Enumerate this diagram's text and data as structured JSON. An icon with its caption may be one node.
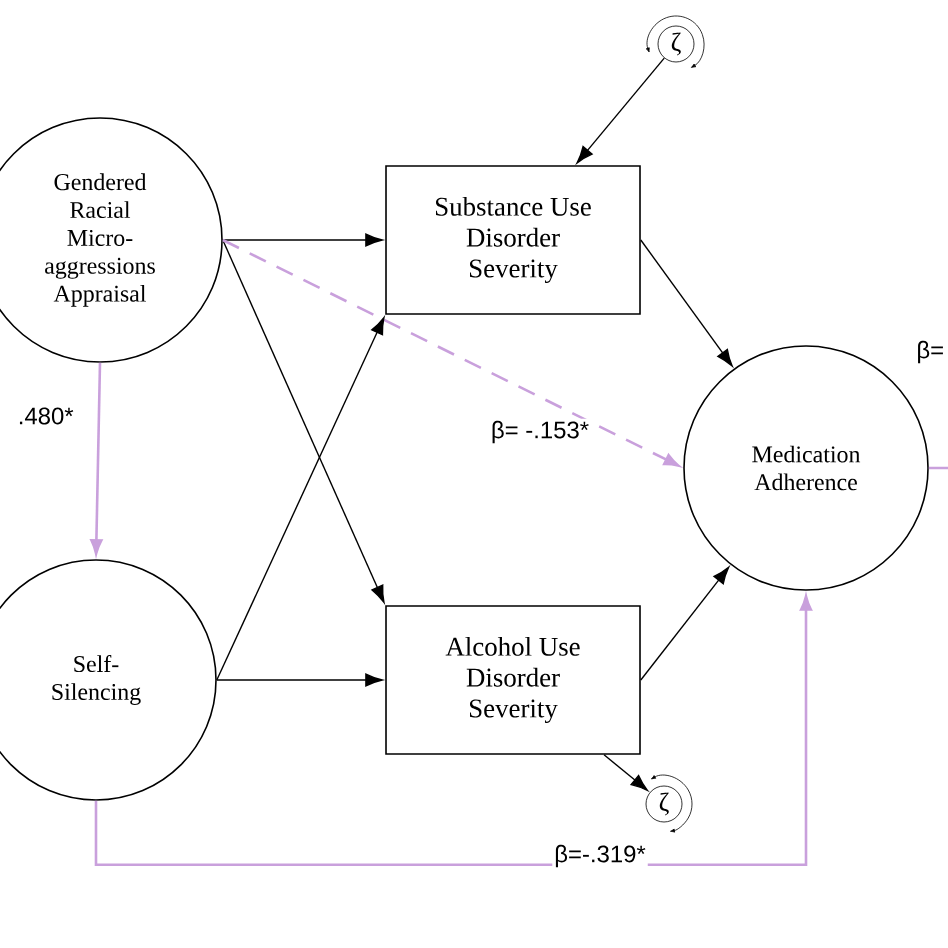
{
  "diagram": {
    "nodes": [
      {
        "text": [
          "Gendered Racial Micro- aggressions Appraisal"
        ]
      },
      {
        "text": [
          "Self- Silencing"
        ]
      },
      {
        "text": [
          "Substance Use Disorder Severity"
        ]
      },
      {
        "text": [
          "Alcohol Use Disorder Severity"
        ]
      },
      {
        "text": [
          "Medication Adherence"
        ]
      },
      {
        "text": [
          "ζ"
        ]
      },
      {
        "text": [
          "ζ"
        ]
      }
    ],
    "edges": [
      {
        "from": 0,
        "to": 2,
        "arrow": "to"
      },
      {
        "from": 0,
        "to": 3,
        "arrow": "to"
      },
      {
        "from": 0,
        "to": 4,
        "arrow": "to",
        "label": "β= -.153*",
        "style": "dashed",
        "color": "#c9a0dc"
      },
      {
        "from": 0,
        "to": 1,
        "arrow": "to",
        "label": ".480*",
        "color": "#c9a0dc"
      },
      {
        "from": 1,
        "to": 2,
        "arrow": "to"
      },
      {
        "from": 1,
        "to": 3,
        "arrow": "to"
      },
      {
        "from": 1,
        "to": 4,
        "arrow": "to",
        "label": "β=-.319*",
        "color": "#c9a0dc"
      },
      {
        "from": 2,
        "to": 4,
        "arrow": "to"
      },
      {
        "from": 3,
        "to": 4,
        "arrow": "to"
      },
      {
        "from": 5,
        "to": 2,
        "arrow": "to"
      },
      {
        "from": 3,
        "to": 6,
        "arrow": "to"
      },
      {
        "from": 4,
        "to": null,
        "arrow": "none",
        "label": "β=",
        "color": "#c9a0dc"
      }
    ]
  }
}
